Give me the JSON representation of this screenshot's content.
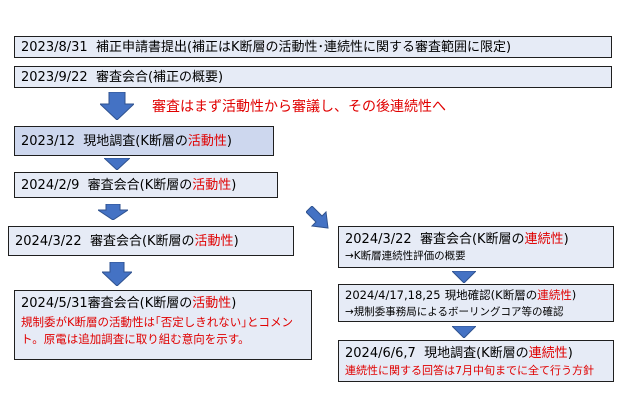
{
  "annotation": "審査はまず活動性から審議し、その後連続性へ",
  "left_column": [
    {
      "date": "2023/8/31",
      "text": "補正申請書提出(補正はK断層の活動性･連続性に関する審査範囲に限定)"
    },
    {
      "date": "2023/9/22",
      "text": "審査会合(補正の概要)"
    },
    {
      "date": "2023/12",
      "text": "現地調査(K断層の",
      "highlight": "活動性",
      "suffix": ")"
    },
    {
      "date": "2024/2/9",
      "text": "審査会合(K断層の",
      "highlight": "活動性",
      "suffix": ")"
    },
    {
      "date": "2024/3/22",
      "text": "審査会合(K断層の",
      "highlight": "活動性",
      "suffix": ")"
    },
    {
      "date": "2024/5/31",
      "text": "審査会合(K断層の",
      "highlight": "活動性",
      "suffix": ")",
      "note": "規制委がK断層の活動性は｢否定しきれない｣とコメント。原電は追加調査に取り組む意向を示す。"
    }
  ],
  "right_column": [
    {
      "date": "2024/3/22",
      "text": "審査会合(K断層の",
      "highlight": "連続性",
      "suffix": ")",
      "sub": "→K断層連続性評価の概要"
    },
    {
      "date": "2024/4/17,18,25",
      "text": "現地確認(K断層の",
      "highlight": "連続性",
      "suffix": ")",
      "sub": "→規制委事務局によるボーリングコア等の確認"
    },
    {
      "date": "2024/6/6,7",
      "text": "現地調査(K断層の",
      "highlight": "連続性",
      "suffix": ")",
      "note": "連続性に関する回答は7月中旬までに全て行う方針"
    }
  ],
  "colors": {
    "box_light": "#e6ebf6",
    "box_mid": "#cdd7ee",
    "arrow": "#4472c4",
    "highlight": "#e00000"
  }
}
